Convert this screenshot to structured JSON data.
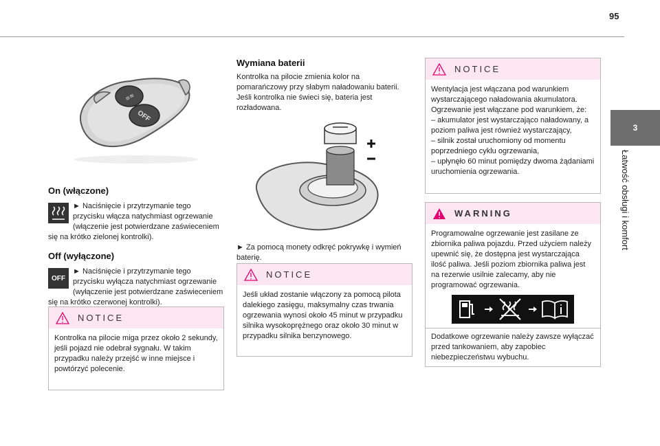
{
  "page_number": "95",
  "chapter": {
    "number": "3",
    "title": "Łatwość obsługi i komfort"
  },
  "col1": {
    "on_heading": "On (włączone)",
    "on_text": "► Naciśnięcie i przytrzymanie tego przycisku włącza natychmiast ogrzewanie (włączenie jest potwierdzane zaświeceniem się na krótko zielonej kontrolki).",
    "off_heading": "Off (wyłączone)",
    "off_icon_text": "OFF",
    "off_text": "► Naciśnięcie i przytrzymanie tego przycisku wyłącza natychmiast ogrzewanie (wyłączenie jest potwierdzane zaświeceniem się na krótko czerwonej kontrolki).",
    "notice_label": "NOTICE",
    "notice_text": "Kontrolka na pilocie miga przez około 2 sekundy, jeśli pojazd nie odebrał sygnału. W takim przypadku należy przejść w inne miejsce i powtórzyć polecenie."
  },
  "col2": {
    "heading": "Wymiana baterii",
    "intro": "Kontrolka na pilocie zmienia kolor na pomarańczowy przy słabym naładowaniu baterii. Jeśli kontrolka nie świeci się, bateria jest rozładowana.",
    "step": "► Za pomocą monety odkręć pokrywkę i wymień baterię.",
    "notice_label": "NOTICE",
    "notice_text": "Jeśli układ zostanie włączony za pomocą pilota dalekiego zasięgu, maksymalny czas trwania ogrzewania wynosi około 45 minut w przypadku silnika wysokoprężnego oraz około 30 minut w przypadku silnika benzynowego."
  },
  "col3": {
    "notice_label": "NOTICE",
    "notice_text": "Wentylacja jest włączana pod warunkiem wystarczającego naładowania akumulatora. Ogrzewanie jest włączane pod warunkiem, że:\n– akumulator jest wystarczająco naładowany, a poziom paliwa jest również wystarczający,\n– silnik został uruchomiony od momentu poprzedniego cyklu ogrzewania,\n– upłynęło 60 minut pomiędzy dwoma żądaniami uruchomienia ogrzewania.",
    "warning_label": "WARNING",
    "warning_text": "Programowalne ogrzewanie jest zasilane ze zbiornika paliwa pojazdu. Przed użyciem należy upewnić się, że dostępna jest wystarczająca ilość paliwa. Jeśli poziom zbiornika paliwa jest na rezerwie usilnie zalecamy, aby nie programować ogrzewania.",
    "warning_footer": "Dodatkowe ogrzewanie należy zawsze wyłączać przed tankowaniem, aby zapobiec niebezpieczeństwu wybuchu."
  },
  "colors": {
    "notice_header": "#fbe6f2",
    "chapter_tab": "#6e6e6e",
    "warning_triangle": "#e0006e"
  },
  "icons": [
    "remote-control-image",
    "heating-on-icon",
    "off-icon",
    "battery-replacement-image",
    "alert-triangle-icon",
    "fuel-pump-icon",
    "arrow-icon",
    "no-heating-icon",
    "manual-book-icon"
  ]
}
